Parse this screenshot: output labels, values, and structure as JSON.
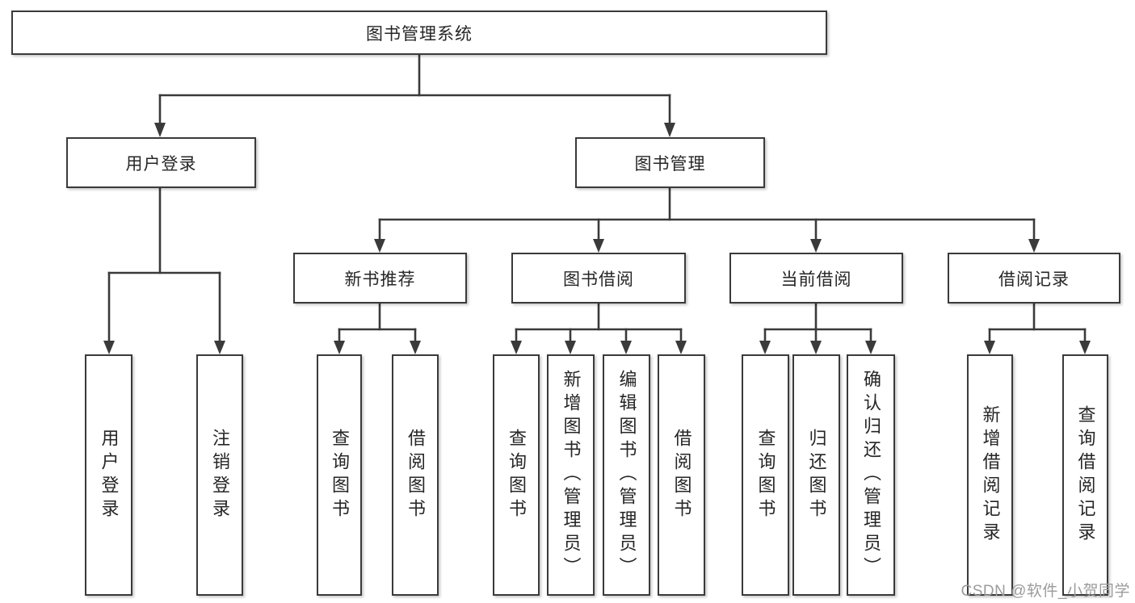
{
  "diagram": {
    "root": {
      "label": "图书管理系统"
    },
    "branches": [
      {
        "label": "用户登录",
        "children": [
          {
            "label": "用户登录"
          },
          {
            "label": "注销登录"
          }
        ]
      },
      {
        "label": "图书管理",
        "children": [
          {
            "label": "新书推荐",
            "children": [
              {
                "label": "查询图书"
              },
              {
                "label": "借阅图书"
              }
            ]
          },
          {
            "label": "图书借阅",
            "children": [
              {
                "label": "查询图书"
              },
              {
                "label": "新增图书（管理员）"
              },
              {
                "label": "编辑图书（管理员）"
              },
              {
                "label": "借阅图书"
              }
            ]
          },
          {
            "label": "当前借阅",
            "children": [
              {
                "label": "查询图书"
              },
              {
                "label": "归还图书"
              },
              {
                "label": "确认归还（管理员）"
              }
            ]
          },
          {
            "label": "借阅记录",
            "children": [
              {
                "label": "新增借阅记录"
              },
              {
                "label": "查询借阅记录"
              }
            ]
          }
        ]
      }
    ]
  },
  "watermark": {
    "text": "CSDN @软件_小贺同学"
  },
  "colors": {
    "line": "#3a3a3a",
    "text": "#262626",
    "box_background": "#ffffff",
    "page_background": "#ffffff",
    "watermark": "#9b9b9b"
  }
}
